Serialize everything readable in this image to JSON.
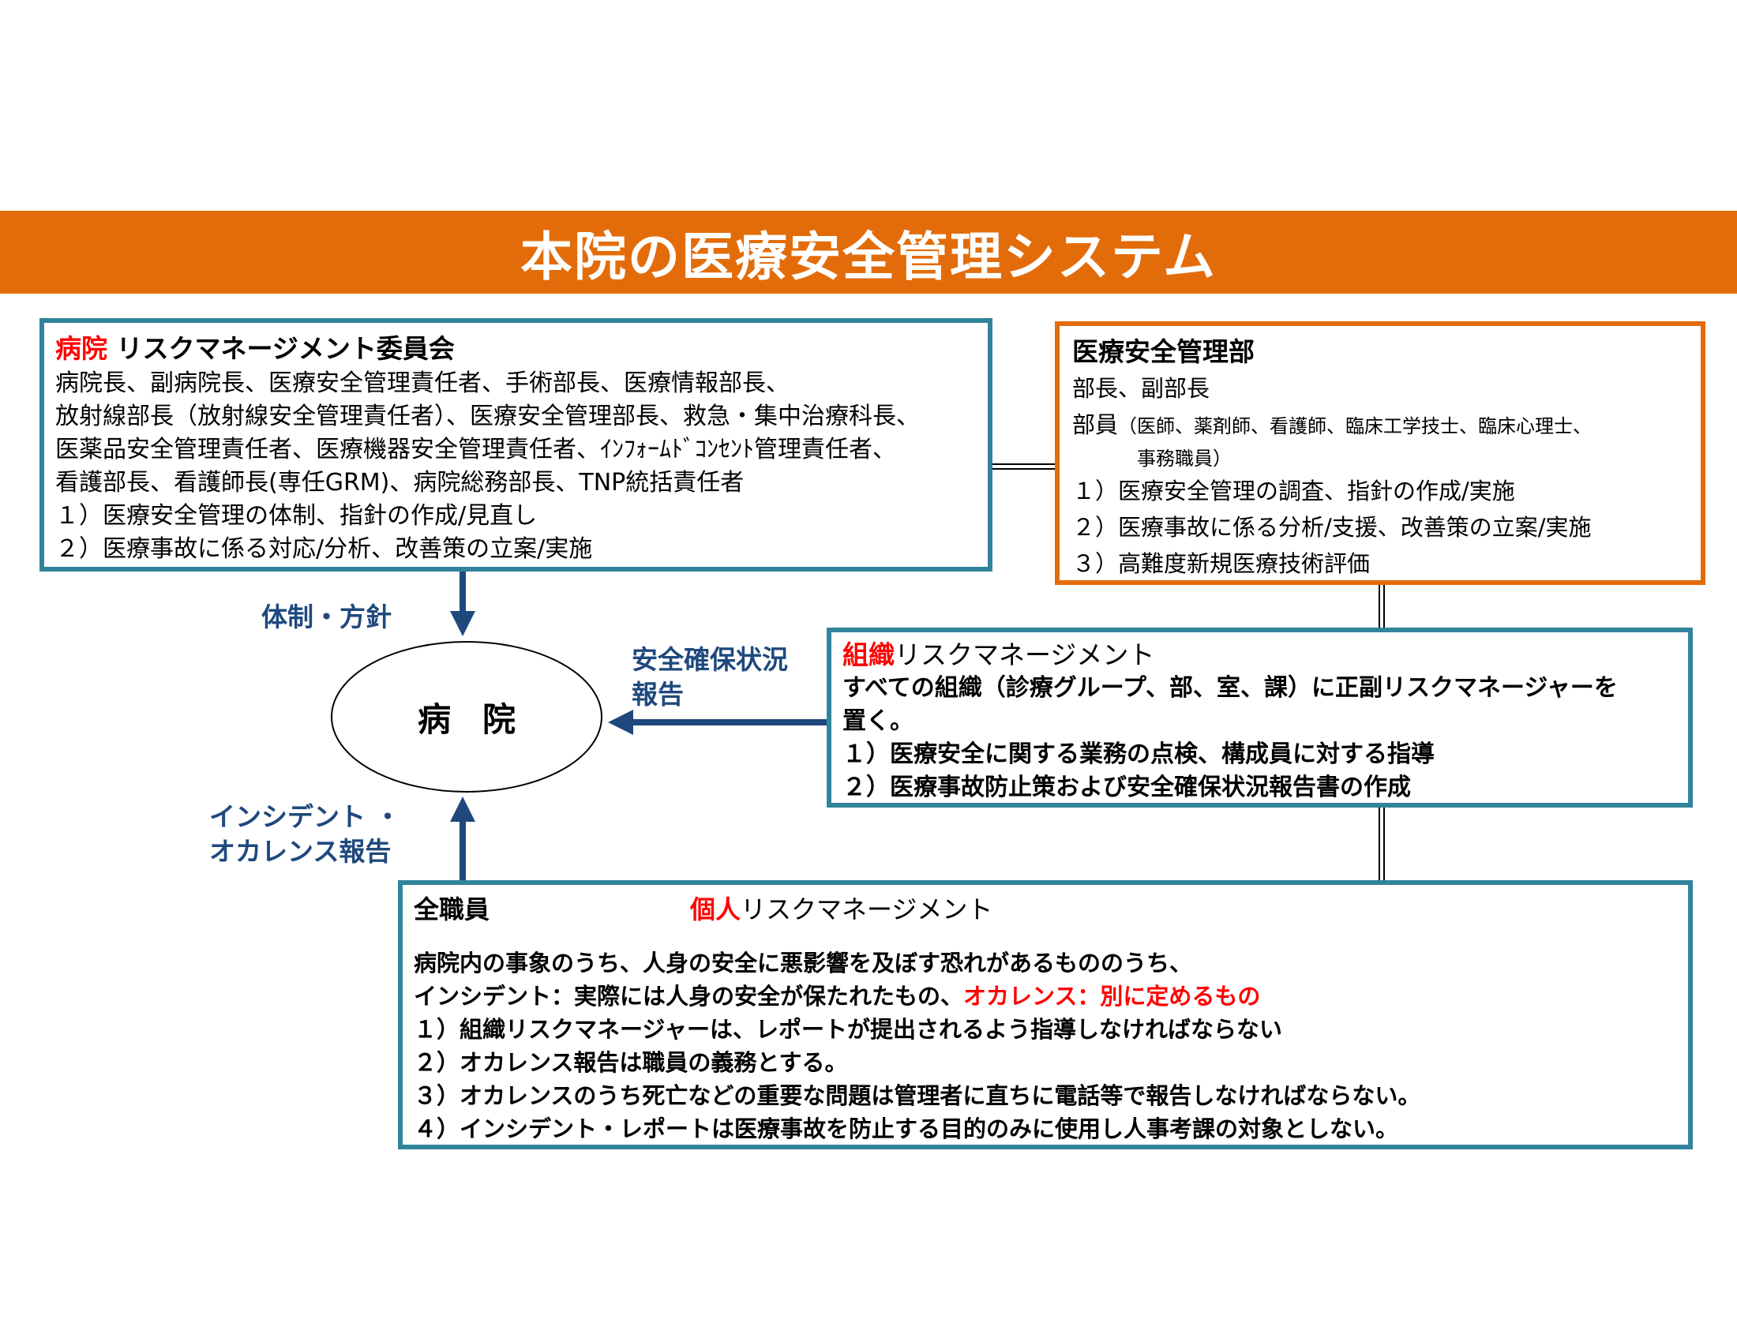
{
  "title": "本院の医療安全管理システム",
  "committee": {
    "title_red": "病院",
    "title": "リスクマネージメント委員会",
    "lines": [
      "病院長、副病院長、医療安全管理責任者、手術部長、医療情報部長、",
      "放射線部長（放射線安全管理責任者）、医療安全管理部長、救急・集中治療科長、",
      "医薬品安全管理責任者、医療機器安全管理責任者、ｲﾝﾌｫｰﾑﾄﾞｺﾝｾﾝﾄ管理責任者、",
      "看護部長、看護師長(専任GRM)、病院総務部長、TNP統括責任者",
      "１）医療安全管理の体制、指針の作成/見直し",
      "２）医療事故に係る対応/分析、改善策の立案/実施"
    ]
  },
  "dept": {
    "title": "医療安全管理部",
    "line1": "部長、副部長",
    "line2a": "部員",
    "line2b": "（医師、薬剤師、看護師、臨床工学技士、臨床心理士、",
    "line3": "事務職員）",
    "items": [
      "１）医療安全管理の調査、指針の作成/実施",
      "２）医療事故に係る分析/支援、改善策の立案/実施",
      "３）高難度新規医療技術評価"
    ]
  },
  "org": {
    "title_red": "組織",
    "title": "リスクマネージメント",
    "lines": [
      "すべての組織（診療グループ、部、室、課）に正副リスクマネージャーを",
      "置く。",
      "１）医療安全に関する業務の点検、構成員に対する指導",
      "２）医療事故防止策および安全確保状況報告書の作成"
    ]
  },
  "staff": {
    "label": "全職員",
    "title_red": "個人",
    "title": "リスクマネージメント",
    "intro": "病院内の事象のうち、人身の安全に悪影響を及ぼす恐れがあるもののうち、",
    "def_black": "インシデント：実際には人身の安全が保たれたもの、",
    "def_red": "オカレンス：別に定めるもの",
    "items": [
      "１）組織リスクマネージャーは、レポートが提出されるよう指導しなければならない",
      "２）オカレンス報告は職員の義務とする。",
      "３）オカレンスのうち死亡などの重要な問題は管理者に直ちに電話等で報告しなければならない。",
      "４）インシデント・レポートは医療事故を防止する目的のみに使用し人事考課の対象としない。"
    ]
  },
  "hospital": "病院",
  "labels": {
    "policy": "体制・方針",
    "safety1": "安全確保状況",
    "safety2": "報告",
    "incident1": "インシデント ・",
    "incident2": "オカレンス報告"
  },
  "colors": {
    "banner": "#E36C0A",
    "teal": "#31849B",
    "arrow": "#1F497D",
    "red": "#FF0000"
  }
}
